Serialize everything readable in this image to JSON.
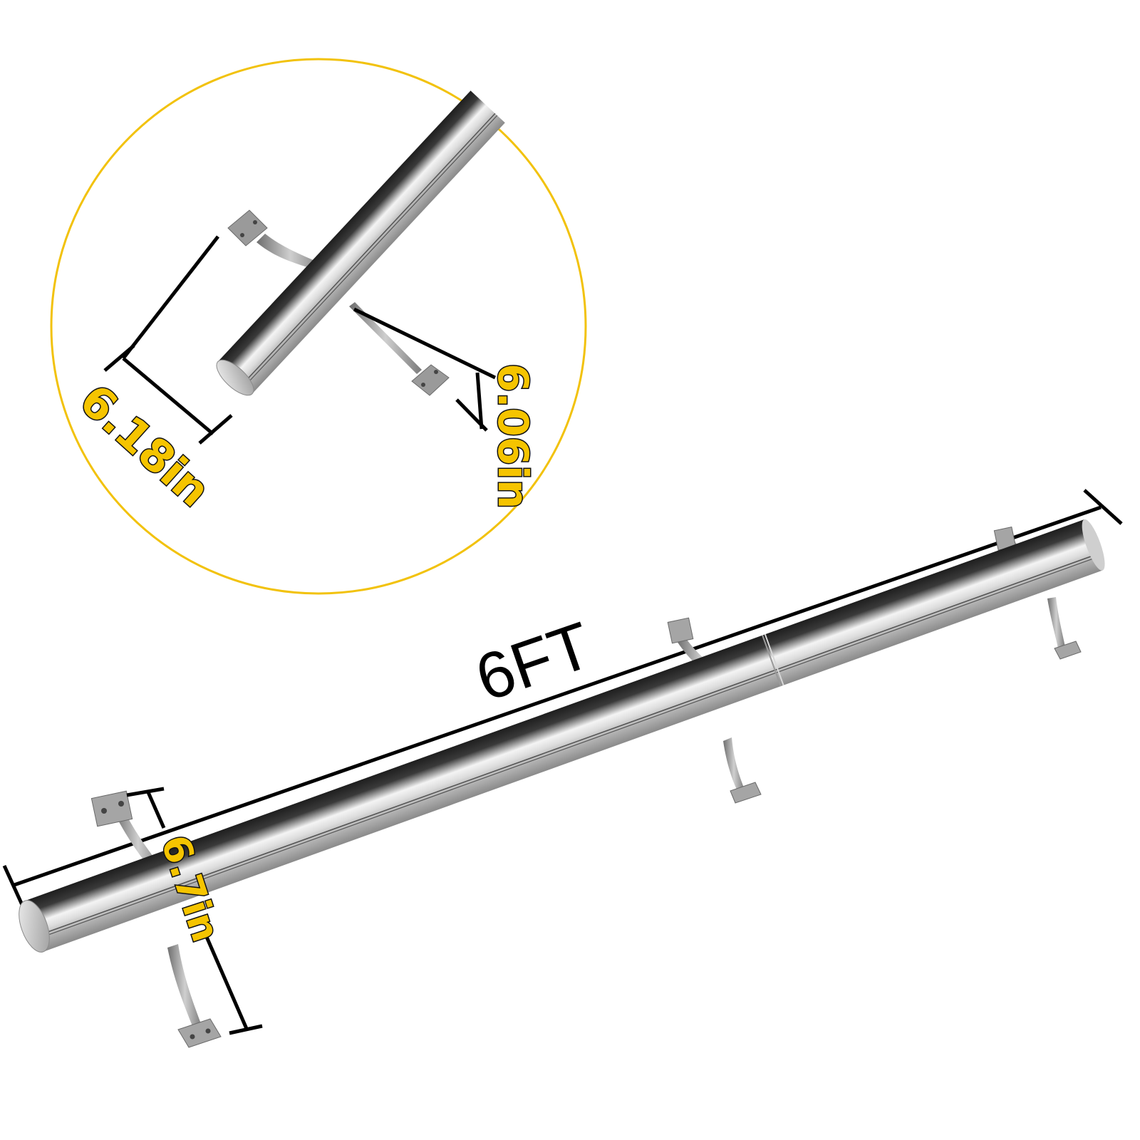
{
  "product": {
    "name": "stainless steel handrail with wall brackets",
    "colors": {
      "background": "#ffffff",
      "callout_circle": "#f2c20d",
      "label_fill": "#f5c400",
      "label_stroke": "#111111",
      "dimension_line": "#000000",
      "steel_dark": "#2b2b2b",
      "steel_light": "#e8e8e8"
    }
  },
  "callout": {
    "shape": "circle",
    "description": "zoomed detail of rail end with one bracket",
    "dimensions": {
      "bracket_projection": "6.18in",
      "bracket_height": "6.06in"
    }
  },
  "main_view": {
    "dimensions": {
      "length": "6FT",
      "bracket_height": "6.7in"
    },
    "bracket_count": 3,
    "joint_count": 1
  }
}
